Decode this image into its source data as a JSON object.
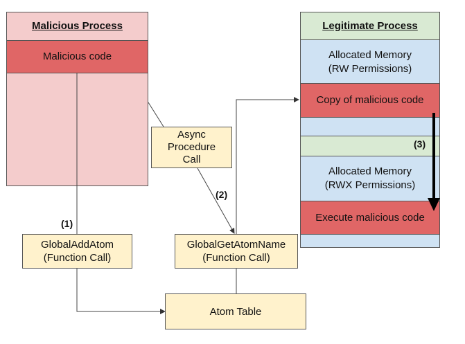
{
  "malicious": {
    "title": "Malicious Process",
    "code": "Malicious code"
  },
  "legit": {
    "title": "Legitimate Process",
    "mem_rw": "Allocated Memory\n(RW Permissions)",
    "copy": "Copy of malicious code",
    "mem_rwx": "Allocated Memory\n(RWX Permissions)",
    "execute": "Execute malicious code"
  },
  "apc": "Async\nProcedure\nCall",
  "add_atom": "GlobalAddAtom\n(Function Call)",
  "get_atom": "GlobalGetAtomName\n(Function Call)",
  "atom_table": "Atom Table",
  "steps": {
    "one": "(1)",
    "two": "(2)",
    "three": "(3)"
  },
  "colors": {
    "mal_light": "#f4cccc",
    "mal_dark": "#e06666",
    "legit_green": "#d9ead3",
    "legit_blue": "#cfe2f3",
    "legit_red": "#e06666",
    "yellow": "#fff2cc"
  }
}
